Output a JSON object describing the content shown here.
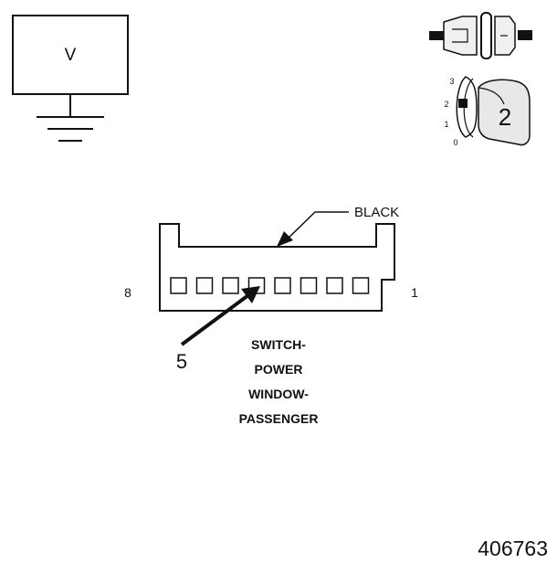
{
  "voltmeter": {
    "symbol": "V"
  },
  "ignition": {
    "positions": [
      "3",
      "2",
      "1",
      "0"
    ],
    "selected_position": "2",
    "key_label": "2"
  },
  "connector": {
    "color_label": "BLACK",
    "pin_left_label": "8",
    "pin_right_label": "1",
    "pin_count": 8,
    "probed_pin_label": "5",
    "description_lines": [
      "SWITCH-",
      "POWER",
      "WINDOW-",
      "PASSENGER"
    ]
  },
  "figure_number": "406763",
  "colors": {
    "ink": "#111111",
    "fill": "#ffffff",
    "key_fill": "#e8e8e8"
  }
}
